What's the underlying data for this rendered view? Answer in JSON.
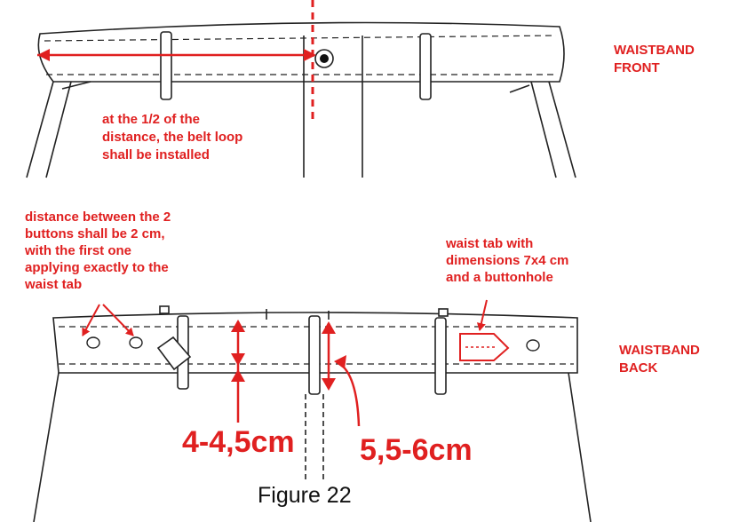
{
  "labels": {
    "front": "WAISTBAND\nFRONT",
    "back": "WAISTBAND\nBACK"
  },
  "notes": {
    "belt_loop": "at the 1/2 of the\ndistance, the belt loop\nshall be installed",
    "buttons": "distance between the 2\nbuttons shall be 2 cm,\nwith the first one\napplying exactly to the\nwaist tab",
    "waist_tab": "waist tab with\ndimensions 7x4 cm\nand a buttonhole"
  },
  "dimensions": {
    "waistband_width": "4-4,5cm",
    "belt_loop_length": "5,5-6cm"
  },
  "caption": "Figure 22",
  "colors": {
    "annotation": "#e02020",
    "line": "#222222"
  }
}
